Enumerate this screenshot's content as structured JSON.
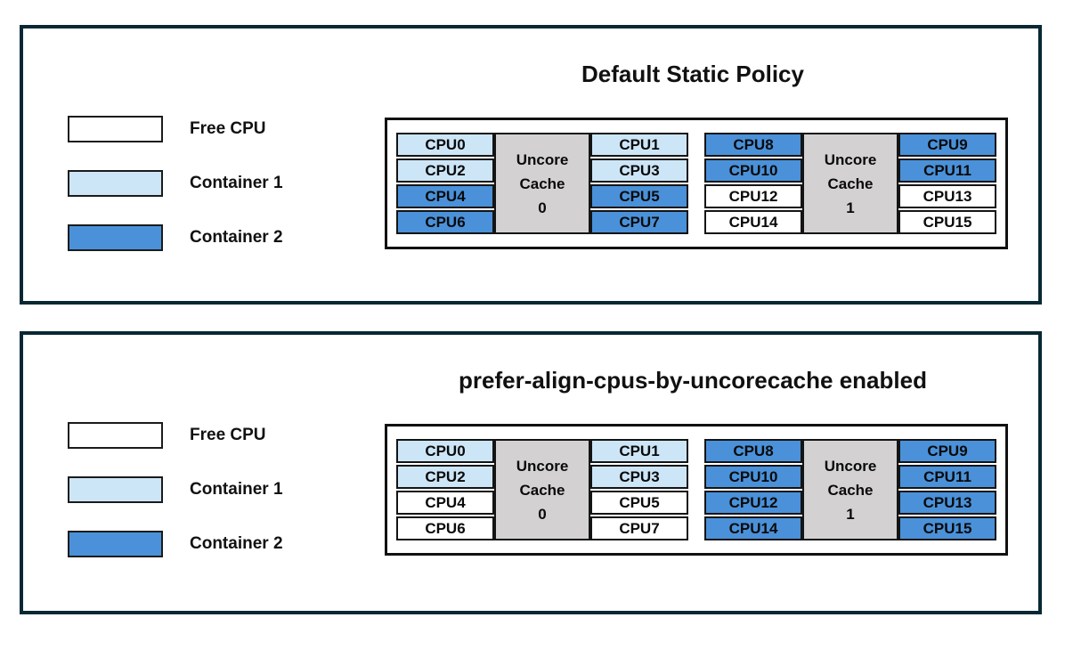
{
  "colors": {
    "free": "#FFFFFF",
    "container1": "#CDE6F7",
    "container2": "#4A91D9",
    "cache_bg": "#D3D1D1",
    "panel_border": "#092834",
    "cell_border": "#141414"
  },
  "legend": {
    "items": [
      {
        "label": "Free CPU",
        "state": "free"
      },
      {
        "label": "Container 1",
        "state": "container1"
      },
      {
        "label": "Container 2",
        "state": "container2"
      }
    ]
  },
  "panels": [
    {
      "title": "Default Static Policy",
      "groups": [
        {
          "cache_lines": [
            "Uncore",
            "Cache",
            "0"
          ],
          "left_cpus": [
            {
              "label": "CPU0",
              "state": "container1"
            },
            {
              "label": "CPU2",
              "state": "container1"
            },
            {
              "label": "CPU4",
              "state": "container2"
            },
            {
              "label": "CPU6",
              "state": "container2"
            }
          ],
          "right_cpus": [
            {
              "label": "CPU1",
              "state": "container1"
            },
            {
              "label": "CPU3",
              "state": "container1"
            },
            {
              "label": "CPU5",
              "state": "container2"
            },
            {
              "label": "CPU7",
              "state": "container2"
            }
          ]
        },
        {
          "cache_lines": [
            "Uncore",
            "Cache",
            "1"
          ],
          "left_cpus": [
            {
              "label": "CPU8",
              "state": "container2"
            },
            {
              "label": "CPU10",
              "state": "container2"
            },
            {
              "label": "CPU12",
              "state": "free"
            },
            {
              "label": "CPU14",
              "state": "free"
            }
          ],
          "right_cpus": [
            {
              "label": "CPU9",
              "state": "container2"
            },
            {
              "label": "CPU11",
              "state": "container2"
            },
            {
              "label": "CPU13",
              "state": "free"
            },
            {
              "label": "CPU15",
              "state": "free"
            }
          ]
        }
      ]
    },
    {
      "title": "prefer-align-cpus-by-uncorecache enabled",
      "groups": [
        {
          "cache_lines": [
            "Uncore",
            "Cache",
            "0"
          ],
          "left_cpus": [
            {
              "label": "CPU0",
              "state": "container1"
            },
            {
              "label": "CPU2",
              "state": "container1"
            },
            {
              "label": "CPU4",
              "state": "free"
            },
            {
              "label": "CPU6",
              "state": "free"
            }
          ],
          "right_cpus": [
            {
              "label": "CPU1",
              "state": "container1"
            },
            {
              "label": "CPU3",
              "state": "container1"
            },
            {
              "label": "CPU5",
              "state": "free"
            },
            {
              "label": "CPU7",
              "state": "free"
            }
          ]
        },
        {
          "cache_lines": [
            "Uncore",
            "Cache",
            "1"
          ],
          "left_cpus": [
            {
              "label": "CPU8",
              "state": "container2"
            },
            {
              "label": "CPU10",
              "state": "container2"
            },
            {
              "label": "CPU12",
              "state": "container2"
            },
            {
              "label": "CPU14",
              "state": "container2"
            }
          ],
          "right_cpus": [
            {
              "label": "CPU9",
              "state": "container2"
            },
            {
              "label": "CPU11",
              "state": "container2"
            },
            {
              "label": "CPU13",
              "state": "container2"
            },
            {
              "label": "CPU15",
              "state": "container2"
            }
          ]
        }
      ]
    }
  ]
}
